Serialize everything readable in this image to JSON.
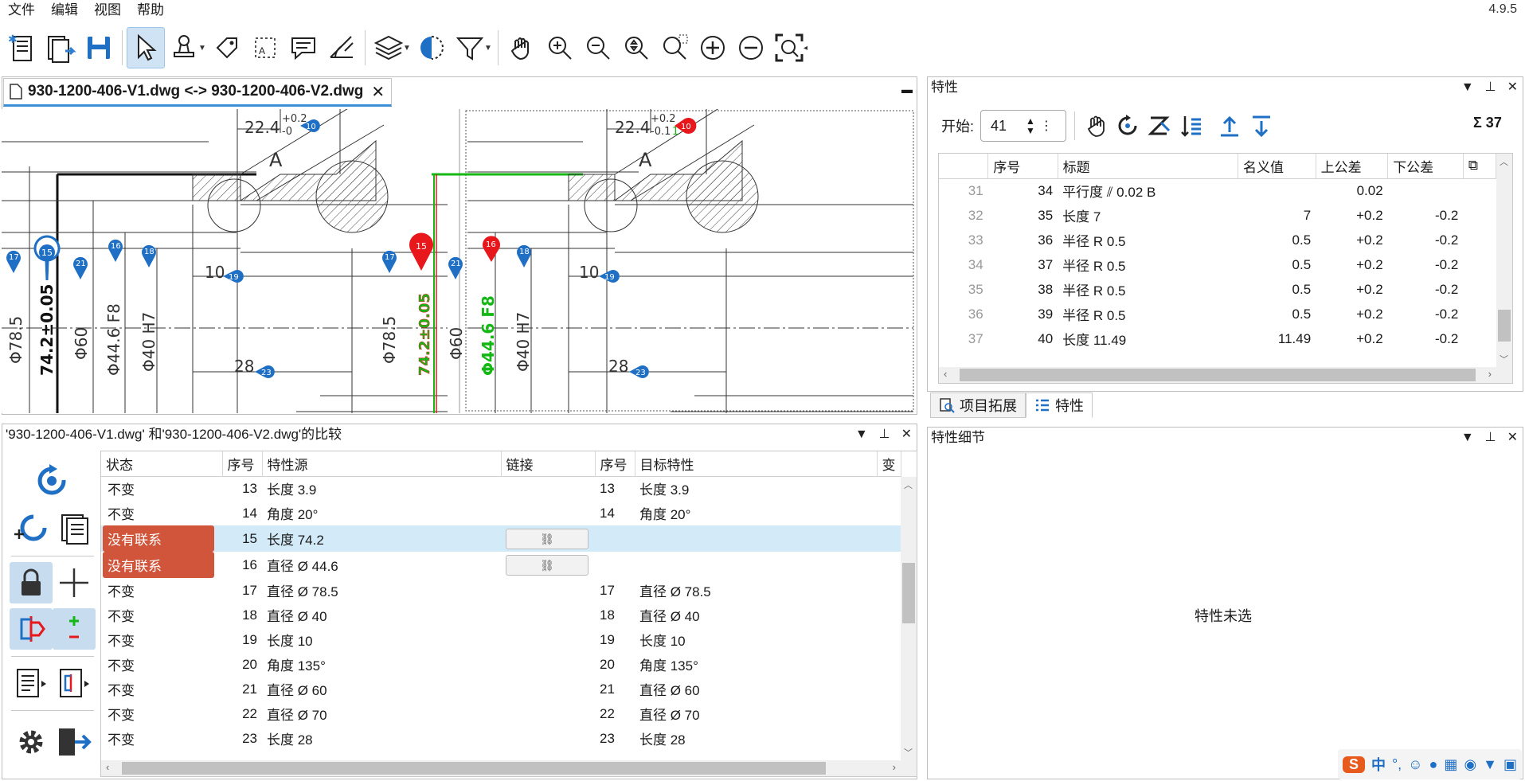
{
  "menu": [
    "文件",
    "编辑",
    "视图",
    "帮助"
  ],
  "version": "4.9.5",
  "toolbar_icons": [
    "new-project-icon",
    "export-icon",
    "save-icon",
    "select-pointer-icon",
    "stamp-icon",
    "tag-icon",
    "region-icon",
    "comment-icon",
    "measure-icon",
    "layers-icon",
    "compare-icon",
    "filter-icon",
    "pan-icon",
    "zoom-in-icon",
    "zoom-out-icon",
    "zoom-fit-icon",
    "zoom-window-icon",
    "zoom-plus-icon",
    "zoom-minus-icon",
    "zoom-extents-icon"
  ],
  "doc_tab": {
    "title": "930-1200-406-V1.dwg <-> 930-1200-406-V2.dwg",
    "close": "✕"
  },
  "drawing": {
    "left": {
      "tol_value": "22.4",
      "tol_upper": "+0.2",
      "tol_lower": "-0",
      "section": "A",
      "dims": [
        "Φ78.5",
        "74.2±0.05",
        "Φ60",
        "Φ44.6 F8",
        "Φ40 H7"
      ],
      "small_dims": [
        "10",
        "28"
      ],
      "balloons": [
        "10",
        "15",
        "16",
        "17",
        "18",
        "19",
        "21",
        "23"
      ]
    },
    "right": {
      "tol_value": "22.4",
      "tol_upper": "+0.2",
      "tol_lower": "-0.1",
      "tol_lower_mark": "1",
      "section": "A",
      "dims": [
        "Φ78.5",
        "74.2±0.05",
        "Φ60",
        "Φ44.6 F8",
        "Φ40 H7"
      ],
      "small_dims": [
        "10",
        "28"
      ],
      "balloons": [
        "10",
        "15",
        "16",
        "17",
        "18",
        "19",
        "21",
        "23"
      ]
    }
  },
  "properties_panel": {
    "title": "特性",
    "start_label": "开始:",
    "start_value": "41",
    "sum": "Σ 37",
    "columns": [
      "序号",
      "标题",
      "名义值",
      "上公差",
      "下公差"
    ],
    "rows": [
      {
        "idx": "31",
        "seq": "34",
        "title": "平行度 ⫽ 0.02 B",
        "nominal": "",
        "upper": "0.02",
        "lower": ""
      },
      {
        "idx": "32",
        "seq": "35",
        "title": "长度 7",
        "nominal": "7",
        "upper": "+0.2",
        "lower": "-0.2"
      },
      {
        "idx": "33",
        "seq": "36",
        "title": "半径 R 0.5",
        "nominal": "0.5",
        "upper": "+0.2",
        "lower": "-0.2"
      },
      {
        "idx": "34",
        "seq": "37",
        "title": "半径 R 0.5",
        "nominal": "0.5",
        "upper": "+0.2",
        "lower": "-0.2"
      },
      {
        "idx": "35",
        "seq": "38",
        "title": "半径 R 0.5",
        "nominal": "0.5",
        "upper": "+0.2",
        "lower": "-0.2"
      },
      {
        "idx": "36",
        "seq": "39",
        "title": "半径 R 0.5",
        "nominal": "0.5",
        "upper": "+0.2",
        "lower": "-0.2"
      },
      {
        "idx": "37",
        "seq": "40",
        "title": "长度 11.49",
        "nominal": "11.49",
        "upper": "+0.2",
        "lower": "-0.2"
      }
    ],
    "tabs": [
      "项目拓展",
      "特性"
    ]
  },
  "comparison_panel": {
    "title": "'930-1200-406-V1.dwg' 和'930-1200-406-V2.dwg'的比较",
    "columns": [
      "状态",
      "序号",
      "特性源",
      "链接",
      "序号",
      "目标特性",
      "变"
    ],
    "rows": [
      {
        "status": "不变",
        "src_no": "13",
        "src": "长度 3.9",
        "link": false,
        "dst_no": "13",
        "dst": "长度 3.9"
      },
      {
        "status": "不变",
        "src_no": "14",
        "src": "角度 20°",
        "link": false,
        "dst_no": "14",
        "dst": "角度 20°"
      },
      {
        "status": "没有联系",
        "src_no": "15",
        "src": "长度 74.2",
        "link": true,
        "dst_no": "",
        "dst": "",
        "selected": true
      },
      {
        "status": "没有联系",
        "src_no": "16",
        "src": "直径 Ø 44.6",
        "link": true,
        "dst_no": "",
        "dst": ""
      },
      {
        "status": "不变",
        "src_no": "17",
        "src": "直径 Ø 78.5",
        "link": false,
        "dst_no": "17",
        "dst": "直径 Ø 78.5"
      },
      {
        "status": "不变",
        "src_no": "18",
        "src": "直径 Ø 40",
        "link": false,
        "dst_no": "18",
        "dst": "直径 Ø 40"
      },
      {
        "status": "不变",
        "src_no": "19",
        "src": "长度 10",
        "link": false,
        "dst_no": "19",
        "dst": "长度 10"
      },
      {
        "status": "不变",
        "src_no": "20",
        "src": "角度 135°",
        "link": false,
        "dst_no": "20",
        "dst": "角度 135°"
      },
      {
        "status": "不变",
        "src_no": "21",
        "src": "直径 Ø 60",
        "link": false,
        "dst_no": "21",
        "dst": "直径 Ø 60"
      },
      {
        "status": "不变",
        "src_no": "22",
        "src": "直径 Ø 70",
        "link": false,
        "dst_no": "22",
        "dst": "直径 Ø 70"
      },
      {
        "status": "不变",
        "src_no": "23",
        "src": "长度 28",
        "link": false,
        "dst_no": "23",
        "dst": "长度 28"
      }
    ]
  },
  "details_panel": {
    "title": "特性细节",
    "empty_message": "特性未选"
  },
  "tray": {
    "ime_logo": "S",
    "ime_mode": "中",
    "punct": "°,",
    "icons": [
      "emoji-icon",
      "microphone-icon",
      "keyboard-icon",
      "user-icon",
      "shirt-icon",
      "grid-icon"
    ]
  },
  "colors": {
    "accent": "#3c8fd6",
    "no_link": "#d1553b",
    "balloon_blue": "#1f6fc5",
    "balloon_red": "#e8171c",
    "changed_green": "#14b814",
    "selected_row": "#d3eaf9"
  }
}
